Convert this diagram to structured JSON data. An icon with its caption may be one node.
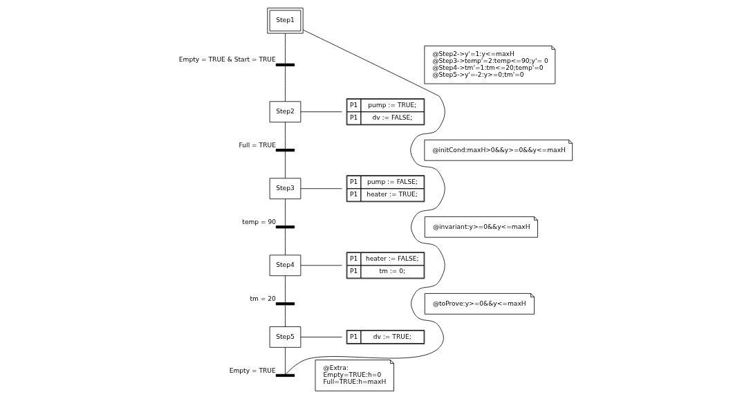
{
  "diagram": {
    "nodes": [
      {
        "text": [
          "Step1"
        ]
      },
      {
        "text": [],
        "shape": "bar",
        "beside": [
          "Empty = TRUE & Start = TRUE"
        ]
      },
      {
        "text": [
          "Step2"
        ]
      },
      {
        "text": [
          "P1",
          "pump := TRUE;",
          "P1",
          "dv := FALSE;"
        ]
      },
      {
        "text": [],
        "shape": "bar",
        "beside": [
          "Full = TRUE"
        ]
      },
      {
        "text": [
          "Step3"
        ]
      },
      {
        "text": [
          "P1",
          "pump := FALSE;",
          "P1",
          "heater := TRUE;"
        ]
      },
      {
        "text": [],
        "shape": "bar",
        "beside": [
          "temp = 90"
        ]
      },
      {
        "text": [
          "Step4"
        ]
      },
      {
        "text": [
          "P1",
          "heater := FALSE;",
          "P1",
          "tm := 0;"
        ]
      },
      {
        "text": [],
        "shape": "bar",
        "beside": [
          "tm = 20"
        ]
      },
      {
        "text": [
          "Step5"
        ]
      },
      {
        "text": [
          "P1",
          "dv := TRUE;"
        ]
      },
      {
        "text": [],
        "shape": "bar",
        "beside": [
          "Empty = TRUE"
        ]
      },
      {
        "text": [
          "@Step2->y'=1:y<=maxH",
          "@Step3->temp'=2:temp<=90;y'= 0",
          "@Step4->tm'=1:tm<=20;temp'=0",
          "@Step5->y'=-2:y>=0;tm'=0"
        ]
      },
      {
        "text": [
          "@initCond:maxH>0&&y>=0&&y<=maxH"
        ]
      },
      {
        "text": [
          "@invariant:y>=0&&y<=maxH"
        ]
      },
      {
        "text": [
          "@toProve:y>=0&&y<=maxH"
        ]
      },
      {
        "text": [
          "@Extra:",
          "Empty=TRUE:h=0",
          "Full=TRUE:h=maxH"
        ]
      }
    ],
    "edges": [
      {
        "from": 0,
        "to": 1,
        "arrow": "none"
      },
      {
        "from": 1,
        "to": 2,
        "arrow": "none"
      },
      {
        "from": 2,
        "to": 3,
        "arrow": "none"
      },
      {
        "from": 2,
        "to": 4,
        "arrow": "none"
      },
      {
        "from": 4,
        "to": 5,
        "arrow": "none"
      },
      {
        "from": 5,
        "to": 6,
        "arrow": "none"
      },
      {
        "from": 5,
        "to": 7,
        "arrow": "none"
      },
      {
        "from": 7,
        "to": 8,
        "arrow": "none"
      },
      {
        "from": 8,
        "to": 9,
        "arrow": "none"
      },
      {
        "from": 8,
        "to": 10,
        "arrow": "none"
      },
      {
        "from": 10,
        "to": 11,
        "arrow": "none"
      },
      {
        "from": 11,
        "to": 12,
        "arrow": "none"
      },
      {
        "from": 11,
        "to": 13,
        "arrow": "none"
      },
      {
        "from": 13,
        "to": 0,
        "arrow": "none"
      }
    ]
  }
}
